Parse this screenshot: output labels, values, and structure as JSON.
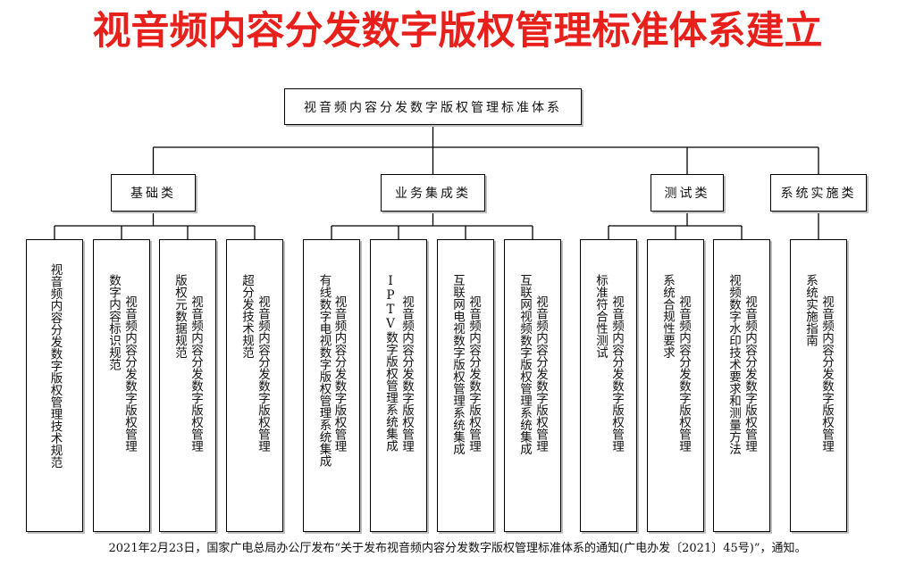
{
  "title": "视音频内容分发数字版权管理标准体系建立",
  "root": "视音频内容分发数字版权管理标准体系",
  "categories": [
    {
      "label": "基础类",
      "leaves": [
        {
          "lines": [
            "视音频内容分发数字版权管理技术规范"
          ]
        },
        {
          "lines": [
            "视音频内容分发数字版权管理",
            "数字内容标识规范"
          ]
        },
        {
          "lines": [
            "视音频内容分发数字版权管理",
            "版权元数据规范"
          ]
        },
        {
          "lines": [
            "视音频内容分发数字版权管理",
            "超分发技术规范"
          ]
        }
      ]
    },
    {
      "label": "业务集成类",
      "leaves": [
        {
          "lines": [
            "视音频内容分发数字版权管理",
            "有线数字电视数字版权管理系统集成"
          ]
        },
        {
          "lines": [
            "视音频内容分发数字版权管理",
            "IPTV数字版权管理系统集成"
          ]
        },
        {
          "lines": [
            "视音频内容分发数字版权管理",
            "互联网电视数字版权管理系统集成"
          ]
        },
        {
          "lines": [
            "视音频内容分发数字版权管理",
            "互联网视频数字版权管理系统集成"
          ]
        }
      ]
    },
    {
      "label": "测试类",
      "leaves": [
        {
          "lines": [
            "视音频内容分发数字版权管理",
            "标准符合性测试"
          ]
        },
        {
          "lines": [
            "视音频内容分发数字版权管理",
            "系统合规性要求"
          ]
        },
        {
          "lines": [
            "视音频内容分发数字版权管理",
            "视频数字水印技术要求和测量方法"
          ]
        }
      ]
    },
    {
      "label": "系统实施类",
      "leaves": [
        {
          "lines": [
            "视音频内容分发数字版权管理",
            "系统实施指南"
          ]
        }
      ]
    }
  ],
  "footer": "2021年2月23日，国家广电总局办公厅发布“关于发布视音频内容分发数字版权管理标准体系的通知(广电办发〔2021〕45号)”，通知。"
}
